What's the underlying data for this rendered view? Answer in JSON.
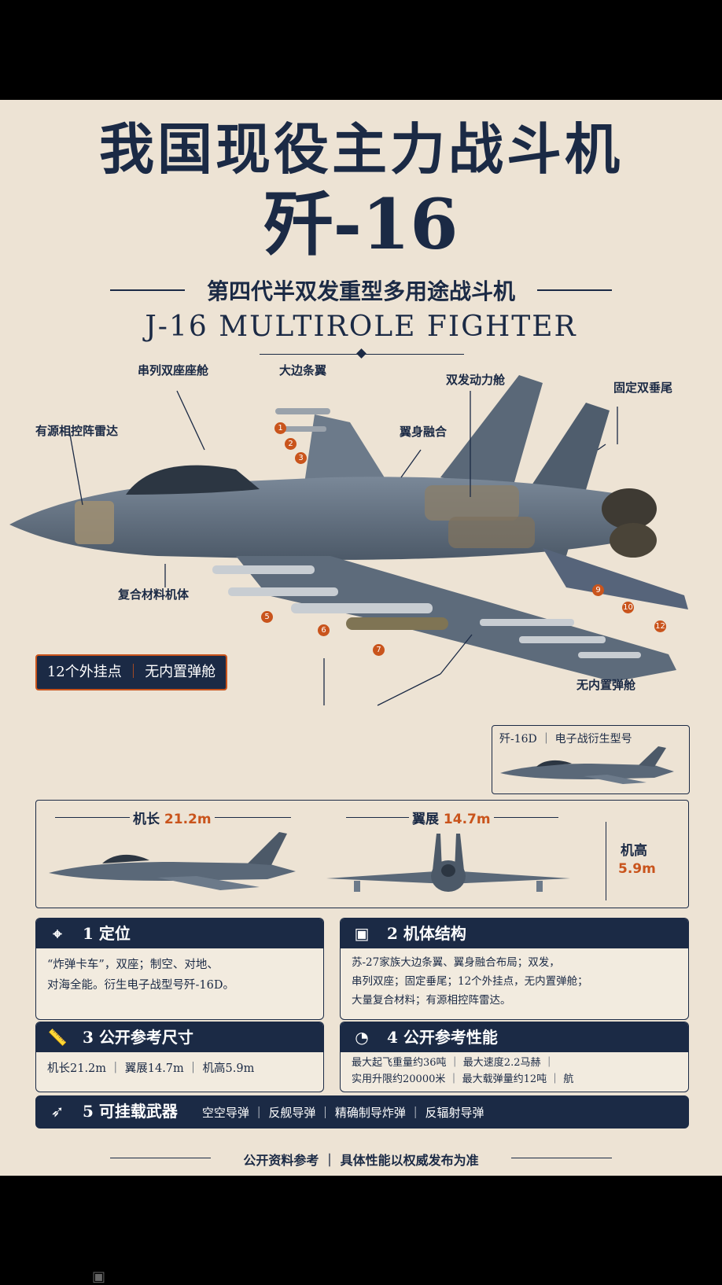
{
  "title": {
    "line1": "我国现役主力战斗机",
    "line2": "歼-16",
    "subtitle": "第四代半双发重型多用途战斗机",
    "english": "J-16 MULTIROLE FIGHTER"
  },
  "callouts": {
    "tandem_cockpit": "串列双座座舱",
    "strake": "大边条翼",
    "twin_engine": "双发动力舱",
    "twin_tail": "固定双垂尾",
    "aesa_radar": "有源相控阵雷达",
    "blended_body": "翼身融合",
    "composite": "复合材料机体",
    "no_internal_bay": "无内置弹舱"
  },
  "hardpoint_numbers": [
    "1",
    "2",
    "3",
    "5",
    "6",
    "7",
    "9",
    "10",
    "12"
  ],
  "badge": {
    "left": "12个外挂点",
    "right": "无内置弹舱"
  },
  "variant": {
    "label": "歼-16D ｜ 电子战衍生型号"
  },
  "dimensions": {
    "length_label": "机长",
    "length_value": "21.2m",
    "span_label": "翼展",
    "span_value": "14.7m",
    "height_label": "机高",
    "height_value": "5.9m"
  },
  "panels": [
    {
      "num": "1",
      "title": "定位",
      "icon": "crosshair-icon",
      "lines": [
        "“炸弹卡车”，双座；制空、对地、",
        "对海全能。衍生电子战型号歼-16D。"
      ]
    },
    {
      "num": "2",
      "title": "机体结构",
      "icon": "airframe-icon",
      "lines": [
        "苏-27家族大边条翼、翼身融合布局；双发，",
        "串列双座；固定垂尾；12个外挂点，无内置弹舱；",
        "大量复合材料；有源相控阵雷达。"
      ]
    },
    {
      "num": "3",
      "title": "公开参考尺寸",
      "icon": "ruler-icon",
      "lines": [
        "机长21.2m ｜ 翼展14.7m ｜ 机高5.9m"
      ]
    },
    {
      "num": "4",
      "title": "公开参考性能",
      "icon": "gauge-icon",
      "lines": [
        "最大起飞重量约36吨 ｜ 最大速度2.2马赫 ｜",
        "实用升限约20000米 ｜ 最大载弹量约12吨 ｜ 航"
      ]
    },
    {
      "num": "5",
      "title": "可挂载武器",
      "icon": "missile-icon",
      "weapons": "空空导弹 ｜ 反舰导弹 ｜ 精确制导炸弹 ｜ 反辐射导弹"
    }
  ],
  "footer": "公开资料参考 ｜ 具体性能以权威发布为准",
  "colors": {
    "navy": "#1b2a45",
    "accent": "#c9541c",
    "paper": "#ede3d4",
    "jet": "#5a6878"
  }
}
